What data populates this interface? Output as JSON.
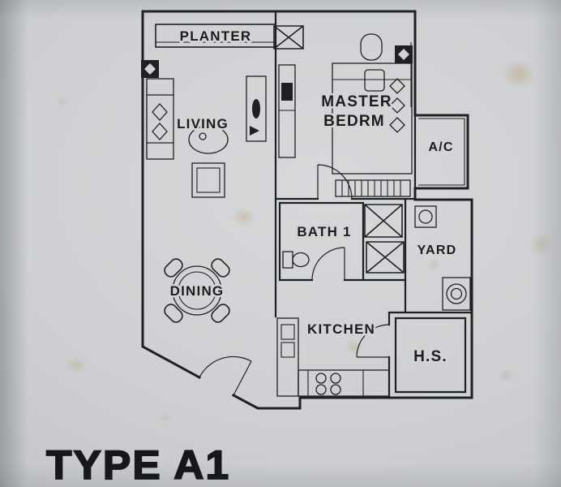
{
  "document": {
    "title": "TYPE A1"
  },
  "floorplan": {
    "labels": {
      "planter": "PLANTER",
      "living": "LIVING",
      "master_line1": "MASTER",
      "master_line2": "BEDRM",
      "ac": "A/C",
      "bath": "BATH 1",
      "yard": "YARD",
      "dining": "DINING",
      "kitchen": "KITCHEN",
      "hs": "H.S."
    },
    "colors": {
      "ink": "#1f2022",
      "paper": "#cfd1d4",
      "stain": "#b09254"
    }
  }
}
